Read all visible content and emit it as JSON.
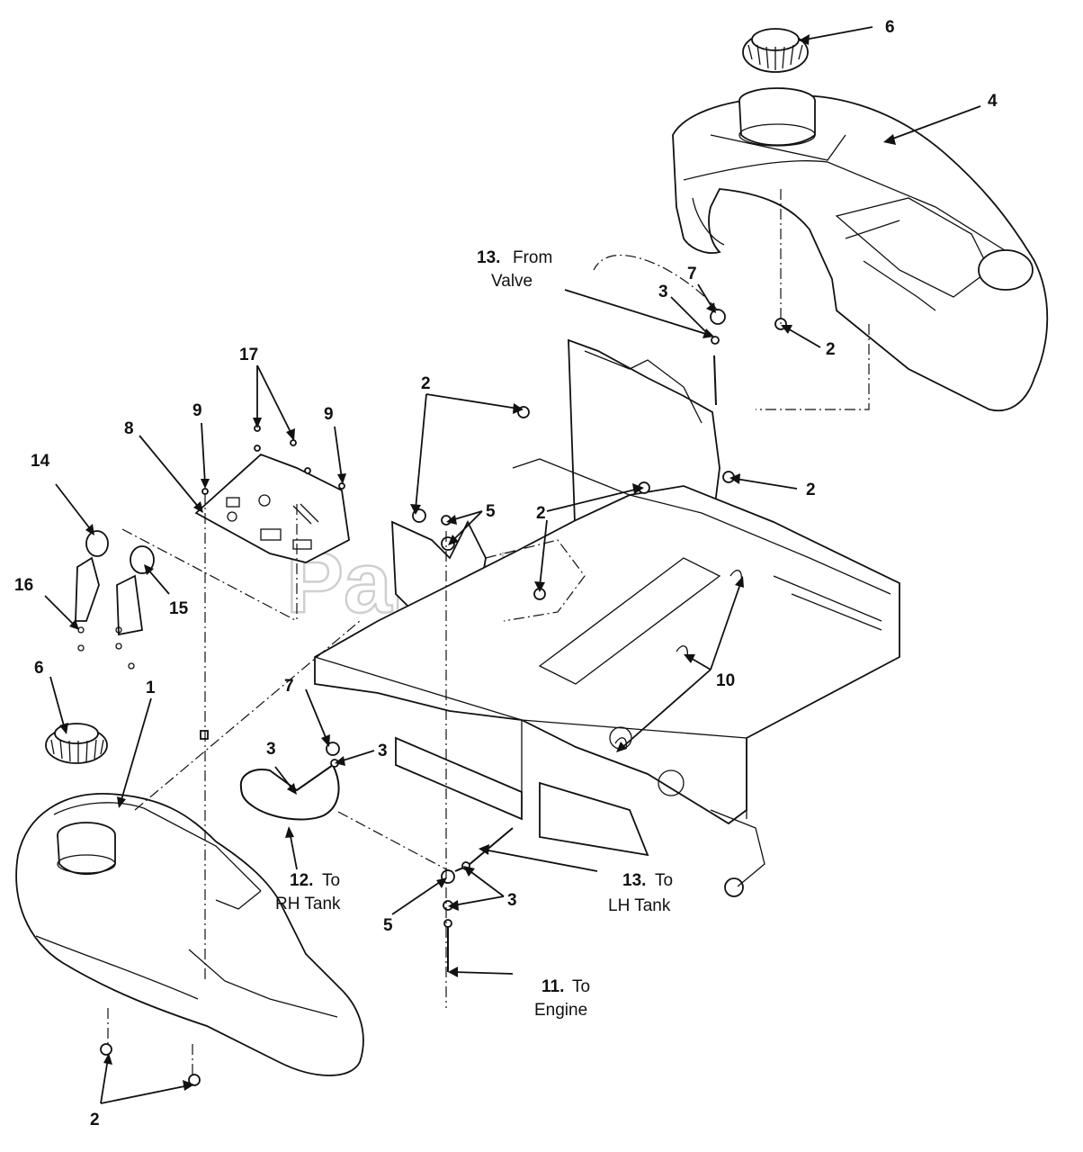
{
  "watermark": "PartsTree",
  "trademark": "™",
  "callouts": {
    "c6_top": "6",
    "c4": "4",
    "c13_from": "13.",
    "c13_from_text1": "From",
    "c13_from_text2": "Valve",
    "c7_top": "7",
    "c3_top": "3",
    "c2_tank_right": "2",
    "c2_bracket_top": "2",
    "c2_frame_right": "2",
    "c2_frame_mid": "2",
    "c17": "17",
    "c9_left": "9",
    "c9_right": "9",
    "c8": "8",
    "c14": "14",
    "c16": "16",
    "c15": "15",
    "c5_mid": "5",
    "c10": "10",
    "c6_left": "6",
    "c1": "1",
    "c7_left": "7",
    "c3_hose_left": "3",
    "c3_hose_right": "3",
    "c12": "12.",
    "c12_text1": "To",
    "c12_text2": "RH Tank",
    "c13_to": "13.",
    "c13_to_text1": "To",
    "c13_to_text2": "LH Tank",
    "c5_bottom": "5",
    "c3_bottom": "3",
    "c11": "11.",
    "c11_text1": "To",
    "c11_text2": "Engine",
    "c2_bottom": "2"
  }
}
